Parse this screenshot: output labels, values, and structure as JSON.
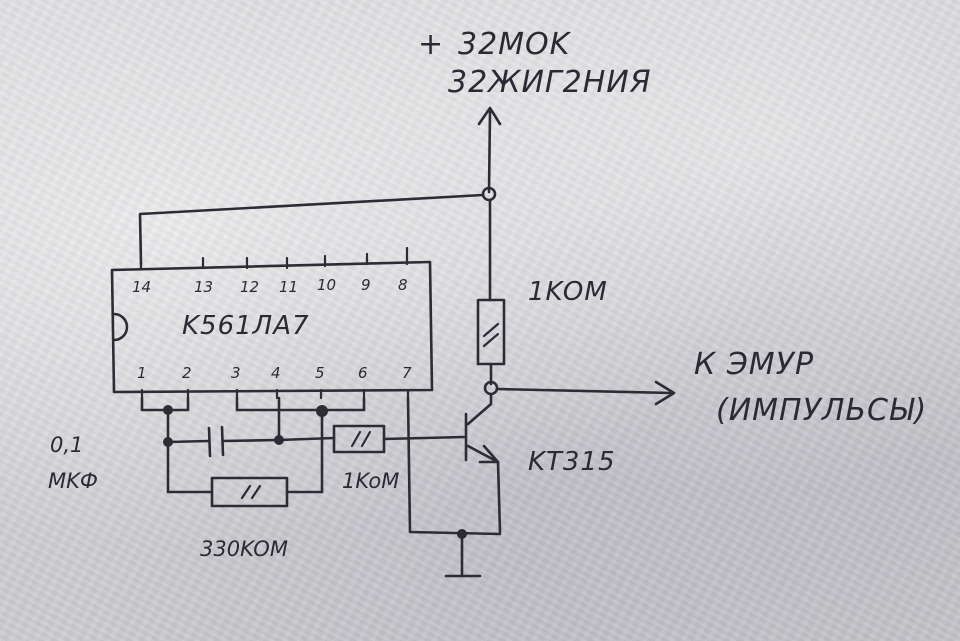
{
  "supply": {
    "plus_sign": "+",
    "label_line1": "32MOK",
    "label_line2": "32ЖИГ2НИЯ"
  },
  "ic": {
    "name": "K561ЛA7",
    "top_pins": [
      "14",
      "13",
      "12",
      "11",
      "10",
      "9",
      "8"
    ],
    "bottom_pins": [
      "1",
      "2",
      "3",
      "4",
      "5",
      "6",
      "7"
    ]
  },
  "resistor_collector": {
    "value": "1KOM"
  },
  "output": {
    "label_line1": "К ЭМУР",
    "label_line2": "(ИМПУЛЬСЫ)"
  },
  "transistor": {
    "name": "KT315"
  },
  "capacitor": {
    "value_line1": "0,1",
    "value_line2": "MKФ"
  },
  "resistor_base": {
    "value": "1KoM"
  },
  "resistor_feedback": {
    "value": "330KOM"
  },
  "colors": {
    "ink": "#2c2c36",
    "paper": "#d4d4d8"
  }
}
